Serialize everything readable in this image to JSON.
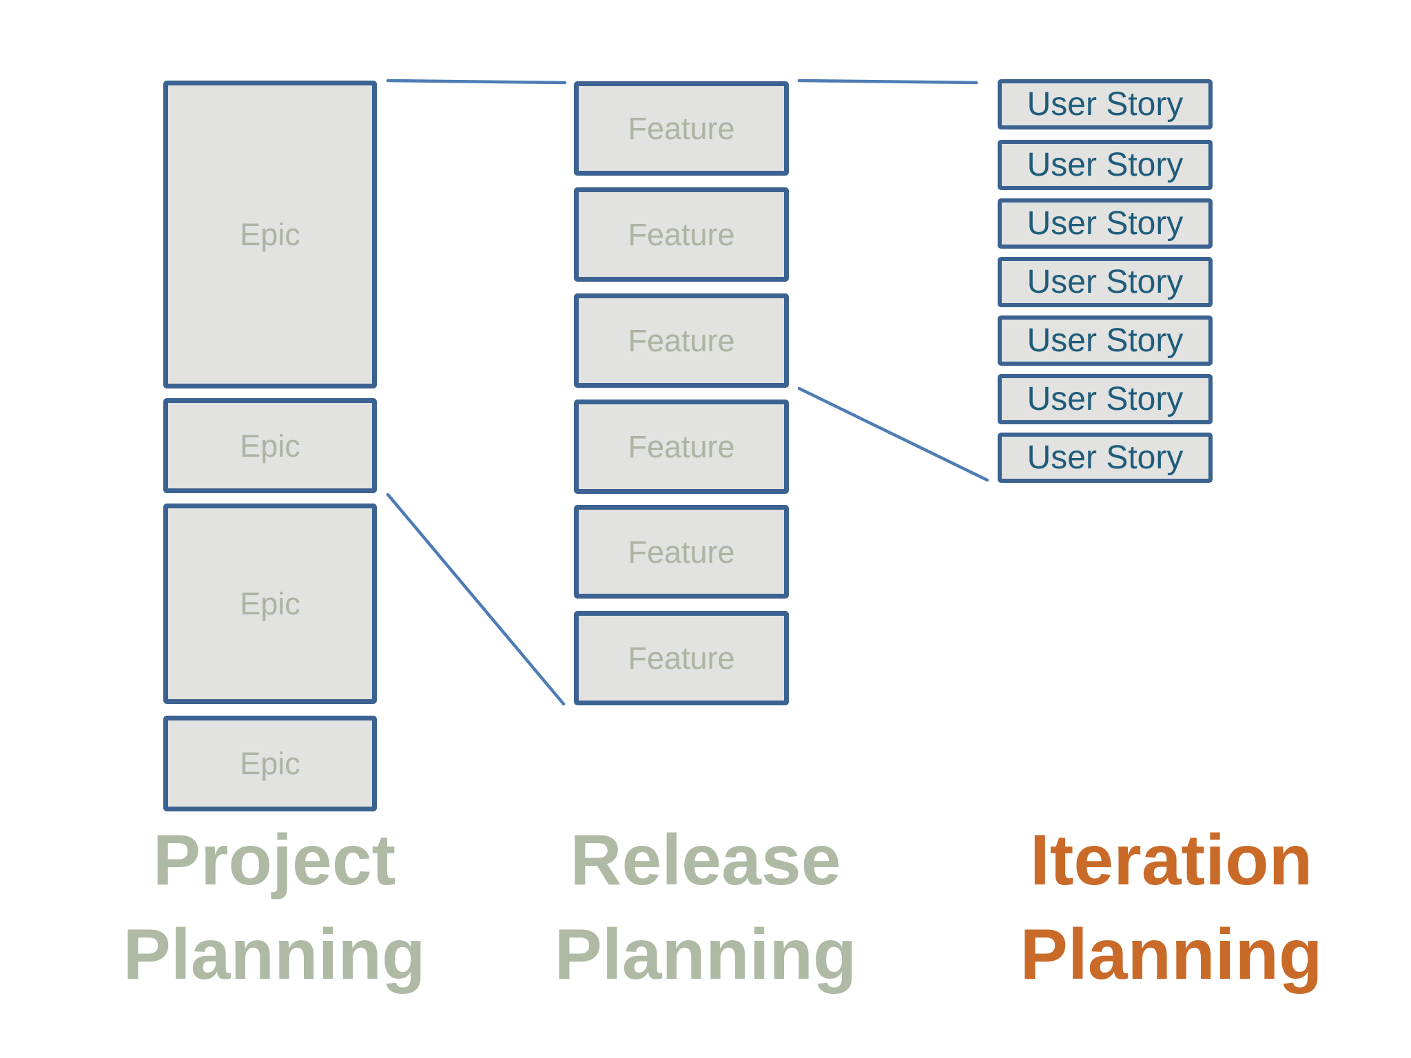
{
  "colors": {
    "box_border": "#3B6290",
    "box_fill": "#E2E2E0",
    "epic_feature_text": "#ACB4A2",
    "user_story_text": "#1F5C7B",
    "connector": "#4E7CB4",
    "project_label": "#AEBAA4",
    "release_label": "#AEBAA4",
    "iteration_label": "#C96A29"
  },
  "columns": {
    "project": {
      "label_lines": [
        "Project",
        "Planning"
      ],
      "items": [
        "Epic",
        "Epic",
        "Epic",
        "Epic"
      ]
    },
    "release": {
      "label_lines": [
        "Release",
        "Planning"
      ],
      "items": [
        "Feature",
        "Feature",
        "Feature",
        "Feature",
        "Feature",
        "Feature"
      ]
    },
    "iteration": {
      "label_lines": [
        "Iteration",
        "Planning"
      ],
      "items": [
        "User Story",
        "User Story",
        "User Story",
        "User Story",
        "User Story",
        "User Story",
        "User Story"
      ]
    }
  }
}
